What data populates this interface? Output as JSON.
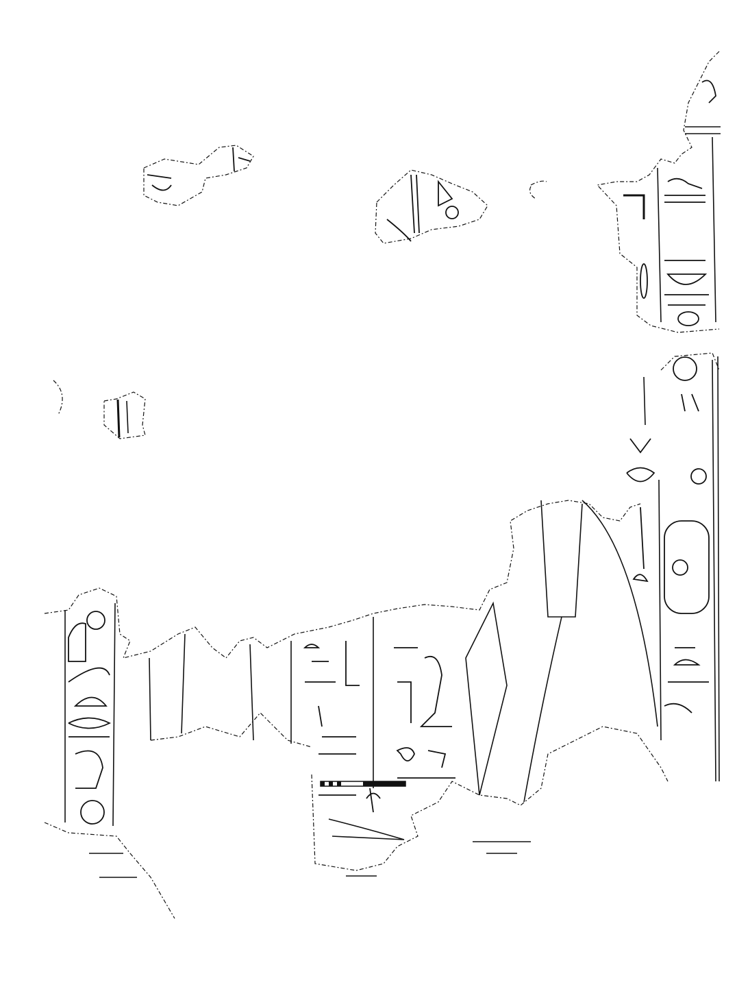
{
  "drawing": {
    "ink_color": "#111111",
    "background_color": "#ffffff",
    "parts": [
      "fragment-top-left",
      "fragment-top-center",
      "fragment-top-right",
      "fragment-small-left",
      "column-right",
      "wall-relief-lower",
      "scale-bar"
    ]
  }
}
